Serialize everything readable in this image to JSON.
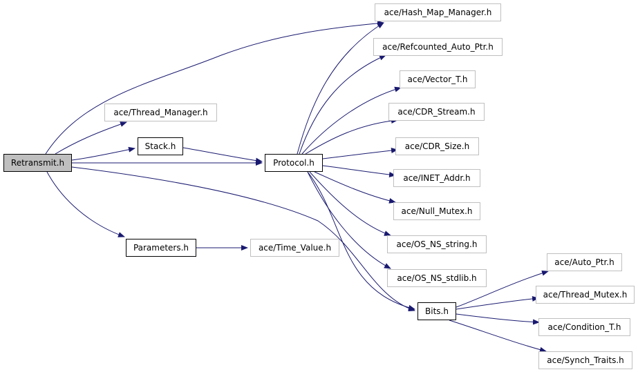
{
  "diagram": {
    "colors": {
      "edge": "#191970",
      "root_fill": "#bfbfbf",
      "gray_border": "#bfbfbf",
      "black_border": "#000000"
    },
    "nodes": [
      {
        "id": "retransmit",
        "label": "Retransmit.h",
        "style": "root"
      },
      {
        "id": "hash_map",
        "label": "ace/Hash_Map_Manager.h",
        "style": "gray"
      },
      {
        "id": "refcounted",
        "label": "ace/Refcounted_Auto_Ptr.h",
        "style": "gray"
      },
      {
        "id": "vector",
        "label": "ace/Vector_T.h",
        "style": "gray"
      },
      {
        "id": "thread_manager",
        "label": "ace/Thread_Manager.h",
        "style": "gray"
      },
      {
        "id": "cdr_stream",
        "label": "ace/CDR_Stream.h",
        "style": "gray"
      },
      {
        "id": "stack",
        "label": "Stack.h",
        "style": "black"
      },
      {
        "id": "cdr_size",
        "label": "ace/CDR_Size.h",
        "style": "gray"
      },
      {
        "id": "protocol",
        "label": "Protocol.h",
        "style": "black"
      },
      {
        "id": "inet_addr",
        "label": "ace/INET_Addr.h",
        "style": "gray"
      },
      {
        "id": "null_mutex",
        "label": "ace/Null_Mutex.h",
        "style": "gray"
      },
      {
        "id": "parameters",
        "label": "Parameters.h",
        "style": "black"
      },
      {
        "id": "time_value",
        "label": "ace/Time_Value.h",
        "style": "gray"
      },
      {
        "id": "os_ns_string",
        "label": "ace/OS_NS_string.h",
        "style": "gray"
      },
      {
        "id": "auto_ptr",
        "label": "ace/Auto_Ptr.h",
        "style": "gray"
      },
      {
        "id": "os_ns_stdlib",
        "label": "ace/OS_NS_stdlib.h",
        "style": "gray"
      },
      {
        "id": "thread_mutex",
        "label": "ace/Thread_Mutex.h",
        "style": "gray"
      },
      {
        "id": "bits",
        "label": "Bits.h",
        "style": "black"
      },
      {
        "id": "condition",
        "label": "ace/Condition_T.h",
        "style": "gray"
      },
      {
        "id": "synch_traits",
        "label": "ace/Synch_Traits.h",
        "style": "gray"
      }
    ],
    "edges": [
      {
        "from": "retransmit",
        "to": "hash_map"
      },
      {
        "from": "retransmit",
        "to": "thread_manager"
      },
      {
        "from": "retransmit",
        "to": "stack"
      },
      {
        "from": "retransmit",
        "to": "protocol"
      },
      {
        "from": "retransmit",
        "to": "parameters"
      },
      {
        "from": "retransmit",
        "to": "bits"
      },
      {
        "from": "stack",
        "to": "protocol"
      },
      {
        "from": "protocol",
        "to": "hash_map"
      },
      {
        "from": "protocol",
        "to": "refcounted"
      },
      {
        "from": "protocol",
        "to": "vector"
      },
      {
        "from": "protocol",
        "to": "cdr_stream"
      },
      {
        "from": "protocol",
        "to": "cdr_size"
      },
      {
        "from": "protocol",
        "to": "inet_addr"
      },
      {
        "from": "protocol",
        "to": "null_mutex"
      },
      {
        "from": "protocol",
        "to": "os_ns_string"
      },
      {
        "from": "protocol",
        "to": "os_ns_stdlib"
      },
      {
        "from": "protocol",
        "to": "bits"
      },
      {
        "from": "parameters",
        "to": "time_value"
      },
      {
        "from": "bits",
        "to": "auto_ptr"
      },
      {
        "from": "bits",
        "to": "thread_mutex"
      },
      {
        "from": "bits",
        "to": "condition"
      },
      {
        "from": "bits",
        "to": "synch_traits"
      }
    ]
  }
}
